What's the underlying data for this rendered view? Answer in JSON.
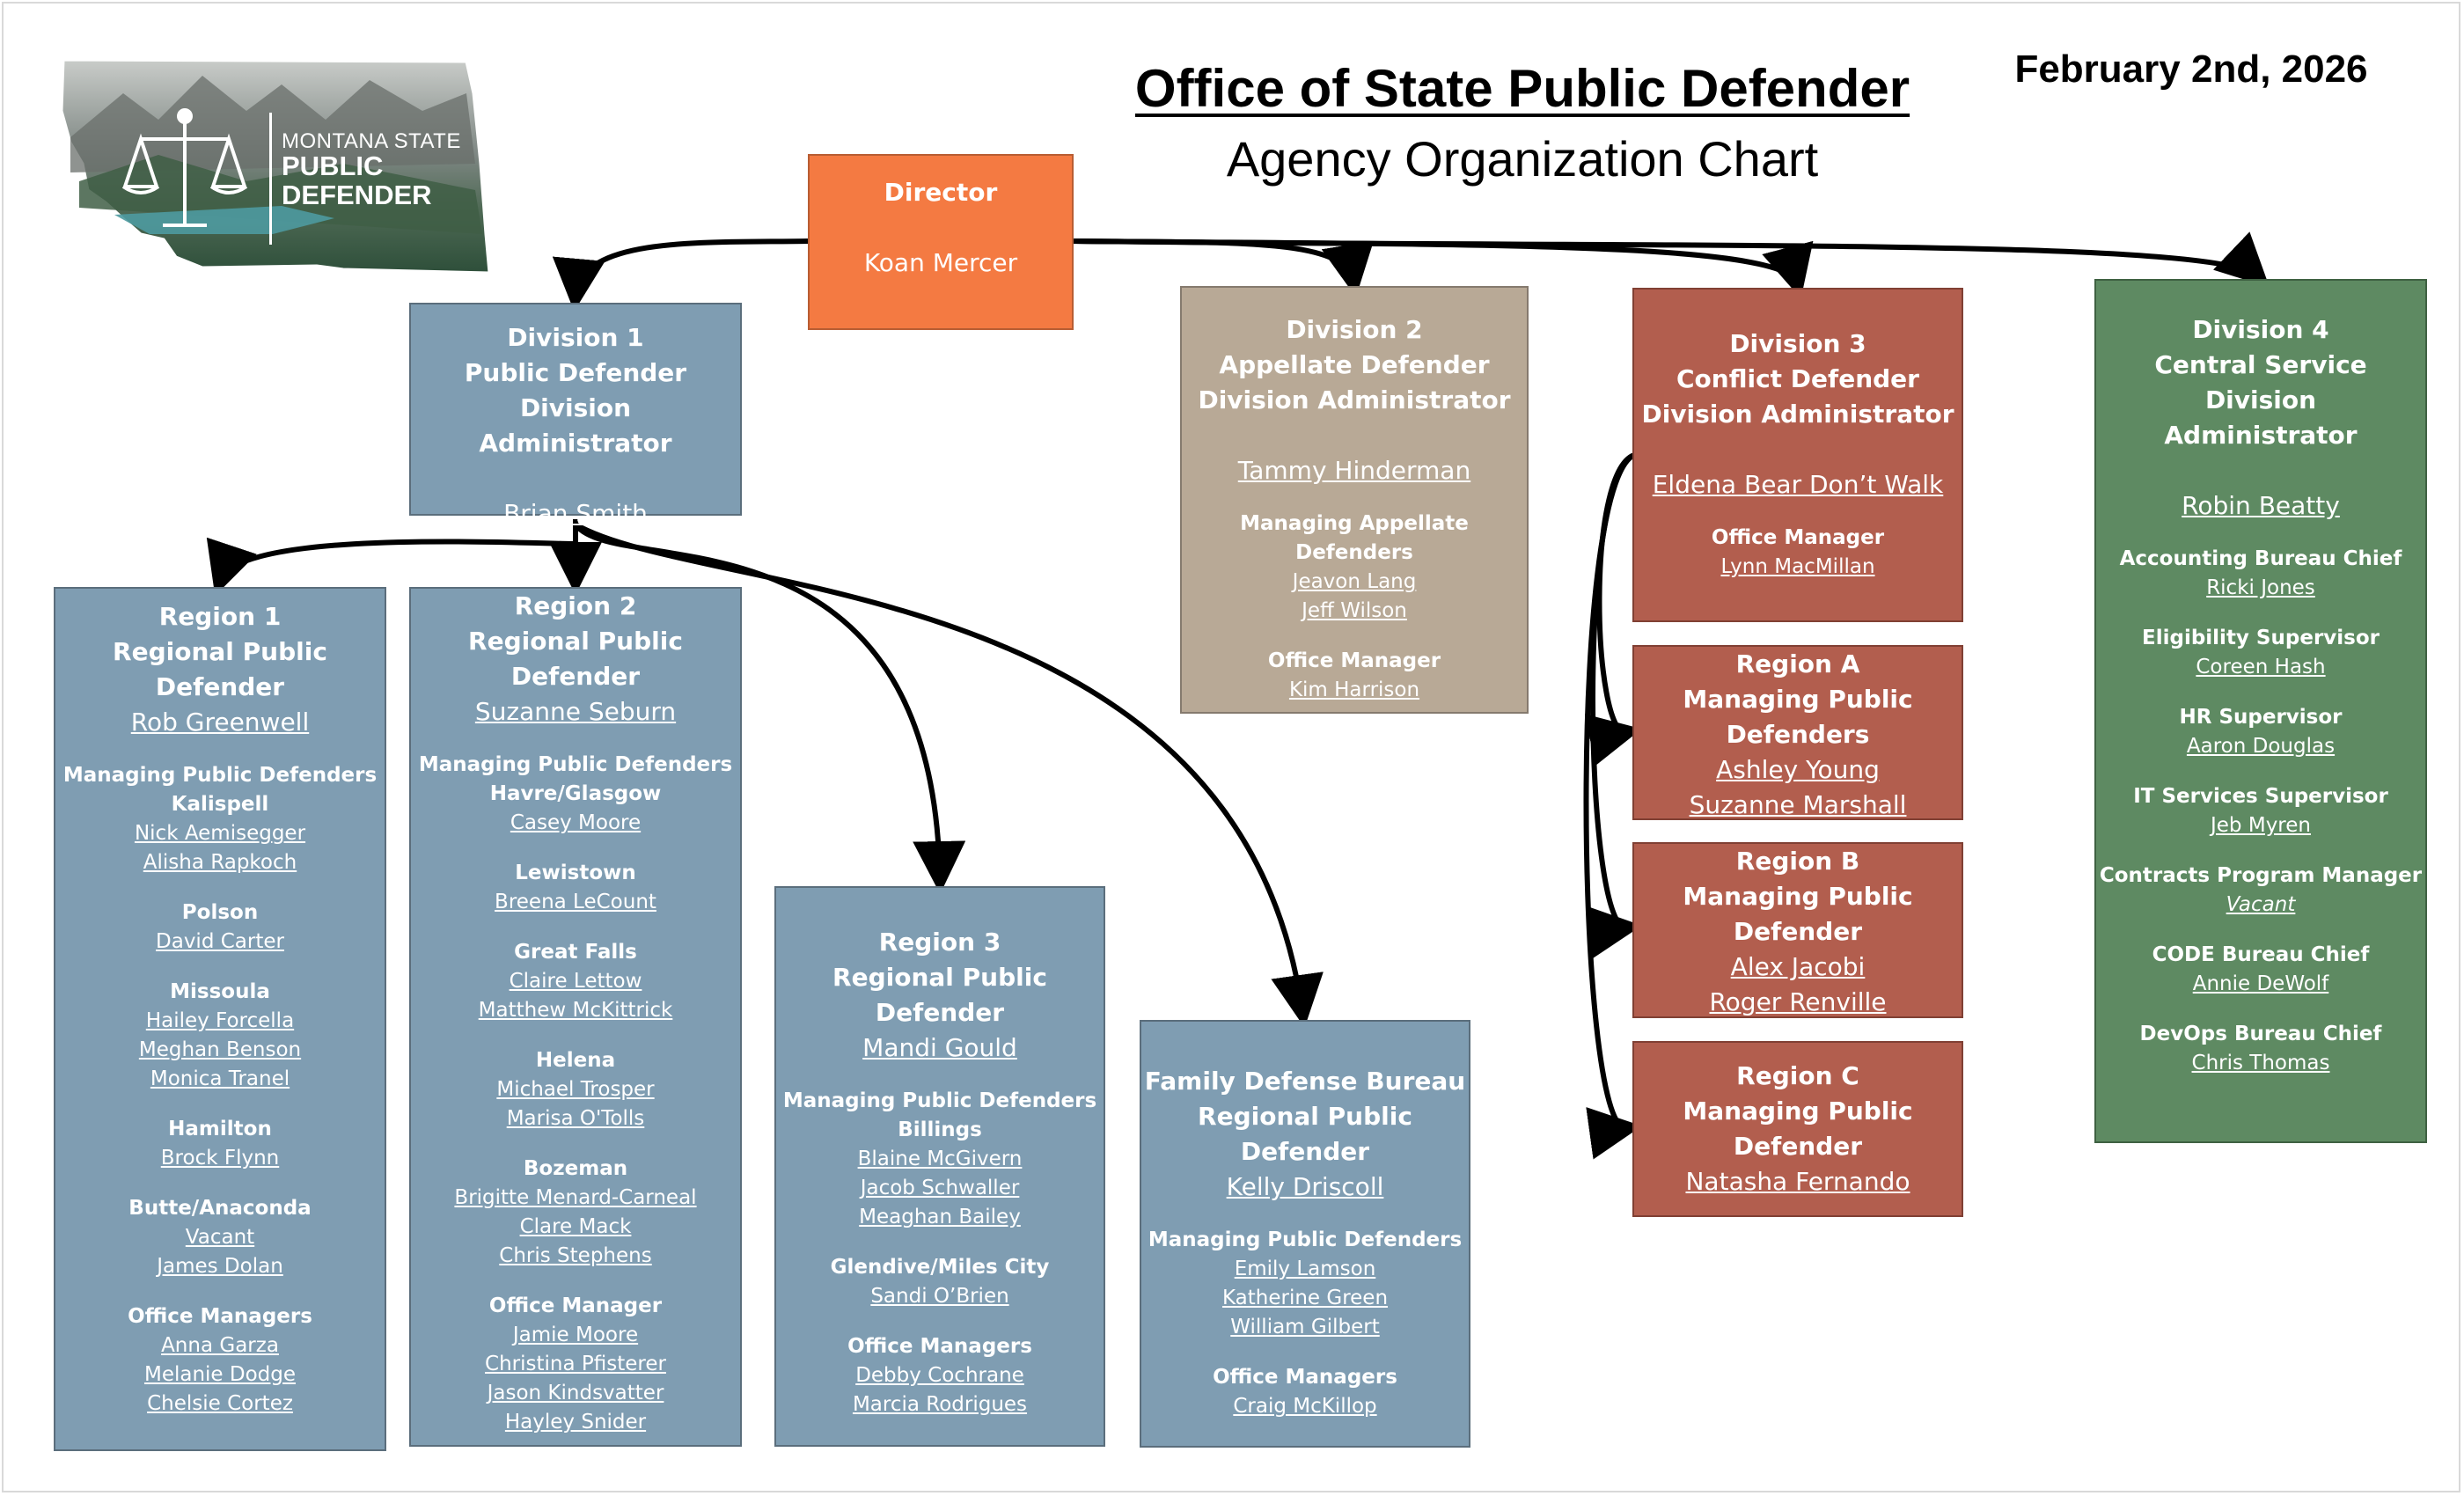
{
  "header": {
    "title": "Office of State Public Defender",
    "subtitle": "Agency Organization Chart",
    "date": "February 2nd, 2026"
  },
  "logo": {
    "line1": "MONTANA STATE",
    "line2": "PUBLIC",
    "line3": "DEFENDER"
  },
  "director": {
    "title": "Director",
    "name": "Koan Mercer"
  },
  "division1": {
    "line1": "Division 1",
    "line2": "Public Defender Division",
    "line3": "Administrator",
    "name": "Brian Smith"
  },
  "division2": {
    "line1": "Division 2",
    "line2": "Appellate Defender",
    "line3": "Division Administrator",
    "name": "Tammy Hinderman",
    "managing_heading": "Managing Appellate Defenders",
    "managing": [
      "Jeavon Lang",
      "Jeff Wilson"
    ],
    "office_heading": "Office Manager",
    "office": [
      "Kim Harrison"
    ]
  },
  "division3": {
    "line1": "Division 3",
    "line2": "Conflict Defender",
    "line3": "Division Administrator",
    "name": "Eldena Bear Don’t Walk",
    "office_heading": "Office Manager",
    "office": [
      "Lynn MacMillan"
    ]
  },
  "division4": {
    "line1": "Division 4",
    "line2": "Central Service Division",
    "line3": "Administrator",
    "name": "Robin Beatty",
    "roles": [
      {
        "title": "Accounting Bureau Chief",
        "name": "Ricki Jones"
      },
      {
        "title": "Eligibility Supervisor",
        "name": "Coreen Hash"
      },
      {
        "title": "HR Supervisor",
        "name": "Aaron Douglas"
      },
      {
        "title": "IT Services Supervisor",
        "name": "Jeb Myren"
      },
      {
        "title": "Contracts Program Manager",
        "name": "Vacant"
      },
      {
        "title": "CODE Bureau Chief",
        "name": "Annie DeWolf"
      },
      {
        "title": "DevOps Bureau Chief",
        "name": "Chris Thomas"
      }
    ]
  },
  "region1": {
    "line1": "Region 1",
    "line2": "Regional Public Defender",
    "name": "Rob Greenwell",
    "managing_heading": "Managing Public Defenders",
    "kalispell": "Kalispell",
    "kalispell_names": [
      "Nick Aemisegger",
      "Alisha Rapkoch"
    ],
    "polson": "Polson",
    "polson_names": [
      "David Carter"
    ],
    "missoula": "Missoula",
    "missoula_names": [
      "Hailey Forcella",
      "Meghan Benson",
      "Monica Tranel"
    ],
    "hamilton": "Hamilton",
    "hamilton_names": [
      "Brock Flynn"
    ],
    "butte": "Butte/Anaconda",
    "butte_names": [
      "Vacant",
      "James Dolan"
    ],
    "office_heading": "Office Managers",
    "office": [
      "Anna Garza",
      "Melanie Dodge",
      "Chelsie Cortez"
    ]
  },
  "region2": {
    "line1": "Region 2",
    "line2": "Regional Public Defender",
    "name": "Suzanne Seburn",
    "managing_heading": "Managing Public Defenders",
    "havre": "Havre/Glasgow",
    "havre_names": [
      "Casey Moore"
    ],
    "lewistown": "Lewistown",
    "lewistown_names": [
      "Breena LeCount"
    ],
    "greatfalls": "Great Falls",
    "greatfalls_names": [
      "Claire Lettow",
      "Matthew McKittrick"
    ],
    "helena": "Helena",
    "helena_names": [
      "Michael Trosper",
      "Marisa O'Tolls"
    ],
    "bozeman": "Bozeman",
    "bozeman_names": [
      "Brigitte Menard-Carneal",
      "Clare Mack",
      "Chris Stephens"
    ],
    "office_heading": "Office Manager",
    "office": [
      "Jamie Moore",
      "Christina Pfisterer",
      "Jason Kindsvatter",
      "Hayley Snider"
    ]
  },
  "region3": {
    "line1": "Region 3",
    "line2": "Regional Public Defender",
    "name": "Mandi Gould",
    "managing_heading": "Managing Public Defenders",
    "billings": "Billings",
    "billings_names": [
      "Blaine McGivern",
      "Jacob Schwaller",
      "Meaghan Bailey"
    ],
    "glendive": "Glendive/Miles City",
    "glendive_names": [
      "Sandi O’Brien"
    ],
    "office_heading": "Office Managers",
    "office": [
      "Debby Cochrane",
      "Marcia Rodrigues"
    ]
  },
  "family": {
    "line1": "Family Defense Bureau",
    "line2": "Regional Public Defender",
    "name": "Kelly Driscoll",
    "managing_heading": "Managing Public Defenders",
    "managing": [
      "Emily Lamson",
      "Katherine Green",
      "William Gilbert"
    ],
    "office_heading": "Office Managers",
    "office": [
      "Craig McKillop"
    ]
  },
  "regionA": {
    "line1": "Region A",
    "line2": "Managing Public",
    "line3": "Defenders",
    "names": [
      "Ashley Young",
      "Suzanne Marshall"
    ]
  },
  "regionB": {
    "line1": "Region B",
    "line2": "Managing Public",
    "line3": "Defender",
    "names": [
      "Alex Jacobi",
      "Roger Renville"
    ]
  },
  "regionC": {
    "line1": "Region C",
    "line2": "Managing Public",
    "line3": "Defender",
    "names": [
      "Natasha Fernando"
    ]
  }
}
